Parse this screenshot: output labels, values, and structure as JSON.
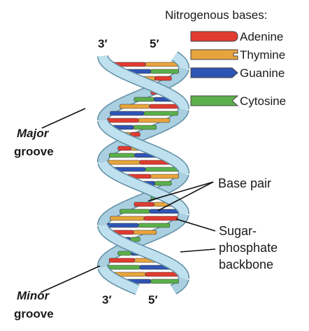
{
  "legend": {
    "title": "Nitrogenous bases:",
    "items": [
      {
        "key": "adenine",
        "label": "Adenine",
        "color": "#e23b30",
        "shape": "round-tip"
      },
      {
        "key": "thymine",
        "label": "Thymine",
        "color": "#e8a43c",
        "shape": "notch"
      },
      {
        "key": "guanine",
        "label": "Guanine",
        "color": "#2f55b4",
        "shape": "point"
      },
      {
        "key": "cytosine",
        "label": "Cytosine",
        "color": "#5bb04b",
        "shape": "v-notch"
      }
    ]
  },
  "strand_ends": {
    "top_left": "3′",
    "top_right": "5′",
    "bottom_left": "3′",
    "bottom_right": "5′"
  },
  "labels": {
    "major_groove_line1": "Major",
    "major_groove_line2": "groove",
    "minor_groove_line1": "Minor",
    "minor_groove_line2": "groove",
    "base_pair": "Base pair",
    "backbone_line1": "Sugar-",
    "backbone_line2": "phosphate",
    "backbone_line3": "backbone"
  },
  "colors": {
    "backbone_fill": "#bfe0ee",
    "backbone_stroke": "#5f8ea3",
    "text": "#1a1a1a"
  }
}
